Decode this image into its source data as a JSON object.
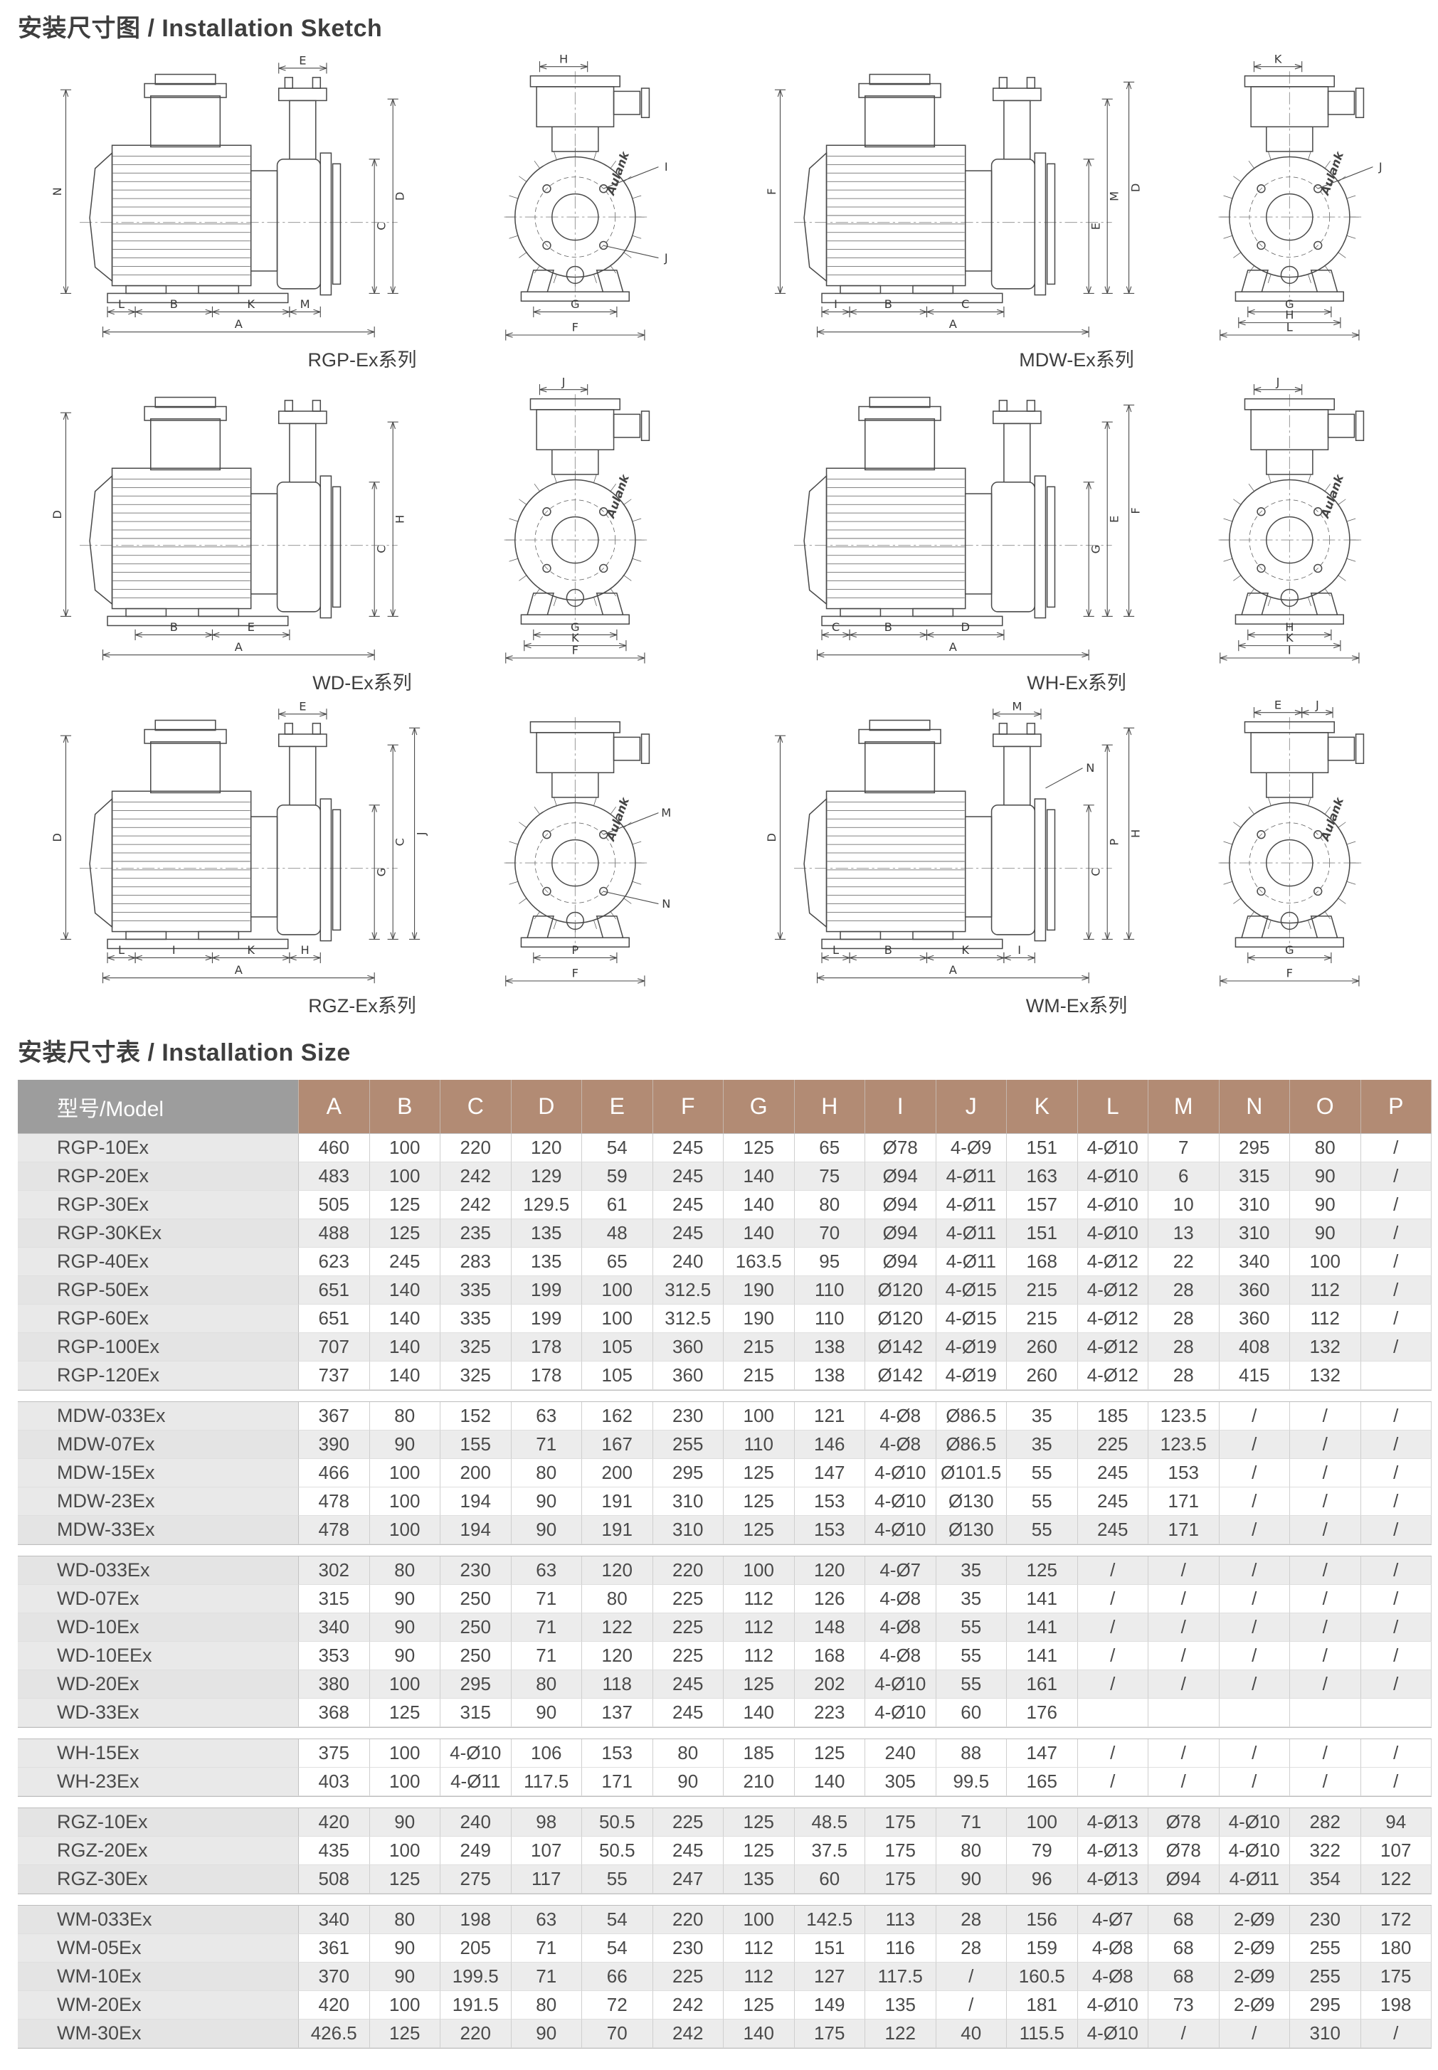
{
  "page": {
    "sketch_title": "安装尺寸图 / Installation Sketch",
    "size_title": "安装尺寸表 / Installation Size",
    "brand": "Aulank"
  },
  "colors": {
    "header_tan": "#b28b74",
    "header_gray": "#9d9d9d",
    "row_shade": "#ececec",
    "model_col": "#e9e9e9",
    "line": "#4a4a4a"
  },
  "sketches": [
    {
      "label": "RGP-Ex系列",
      "side": {
        "left": "N",
        "top": "E",
        "right1": "C",
        "right2": "D",
        "right3": "",
        "botSmall1": "L",
        "botSeg1": "B",
        "botSeg2": "K",
        "botSmall2": "M",
        "botFull": "A",
        "callout": ""
      },
      "end": {
        "top": "H",
        "top2": "",
        "c1": "I",
        "c2": "J",
        "bSeg1": "G",
        "bSeg2": "",
        "bFull": "F",
        "brand": "Aulank"
      }
    },
    {
      "label": "MDW-Ex系列",
      "side": {
        "left": "F",
        "top": "",
        "right1": "E",
        "right2": "M",
        "right3": "D",
        "botSmall1": "I",
        "botSeg1": "B",
        "botSeg2": "C",
        "botSmall2": "",
        "botFull": "A",
        "callout": ""
      },
      "end": {
        "top": "K",
        "top2": "",
        "c1": "J",
        "c2": "",
        "bSeg1": "G",
        "bSeg2": "H",
        "bFull": "L",
        "brand": "Aulank"
      }
    },
    {
      "label": "WD-Ex系列",
      "side": {
        "left": "D",
        "top": "",
        "right1": "C",
        "right2": "H",
        "right3": "",
        "botSmall1": "",
        "botSeg1": "B",
        "botSeg2": "E",
        "botSmall2": "",
        "botFull": "A",
        "callout": ""
      },
      "end": {
        "top": "J",
        "top2": "",
        "c1": "",
        "c2": "",
        "bSeg1": "G",
        "bSeg2": "K",
        "bFull": "F",
        "brand": "Aulank"
      }
    },
    {
      "label": "WH-Ex系列",
      "side": {
        "left": "",
        "top": "",
        "right1": "G",
        "right2": "E",
        "right3": "F",
        "botSmall1": "C",
        "botSeg1": "B",
        "botSeg2": "D",
        "botSmall2": "",
        "botFull": "A",
        "callout": ""
      },
      "end": {
        "top": "J",
        "top2": "",
        "c1": "",
        "c2": "",
        "bSeg1": "H",
        "bSeg2": "K",
        "bFull": "I",
        "brand": "Aulank"
      }
    },
    {
      "label": "RGZ-Ex系列",
      "side": {
        "left": "D",
        "top": "E",
        "right1": "G",
        "right2": "C",
        "right3": "J",
        "botSmall1": "L",
        "botSeg1": "I",
        "botSeg2": "K",
        "botSmall2": "H",
        "botFull": "A",
        "callout": ""
      },
      "end": {
        "top": "",
        "top2": "",
        "c1": "M",
        "c2": "N",
        "bSeg1": "P",
        "bSeg2": "",
        "bFull": "F",
        "brand": "Aulank"
      }
    },
    {
      "label": "WM-Ex系列",
      "side": {
        "left": "D",
        "top": "M",
        "right1": "C",
        "right2": "P",
        "right3": "H",
        "botSmall1": "L",
        "botSeg1": "B",
        "botSeg2": "K",
        "botSmall2": "I",
        "botFull": "A",
        "callout": "N"
      },
      "end": {
        "top": "E",
        "top2": "J",
        "c1": "",
        "c2": "",
        "bSeg1": "G",
        "bSeg2": "",
        "bFull": "F",
        "brand": "Aulank"
      }
    }
  ],
  "table": {
    "model_header": "型号/Model",
    "columns": [
      "A",
      "B",
      "C",
      "D",
      "E",
      "F",
      "G",
      "H",
      "I",
      "J",
      "K",
      "L",
      "M",
      "N",
      "O",
      "P"
    ],
    "groups": [
      {
        "rows": [
          {
            "model": "RGP-10Ex",
            "shade": "w",
            "values": [
              "460",
              "100",
              "220",
              "120",
              "54",
              "245",
              "125",
              "65",
              "Ø78",
              "4-Ø9",
              "151",
              "4-Ø10",
              "7",
              "295",
              "80",
              "/"
            ]
          },
          {
            "model": "RGP-20Ex",
            "shade": "g",
            "values": [
              "483",
              "100",
              "242",
              "129",
              "59",
              "245",
              "140",
              "75",
              "Ø94",
              "4-Ø11",
              "163",
              "4-Ø10",
              "6",
              "315",
              "90",
              "/"
            ]
          },
          {
            "model": "RGP-30Ex",
            "shade": "w",
            "values": [
              "505",
              "125",
              "242",
              "129.5",
              "61",
              "245",
              "140",
              "80",
              "Ø94",
              "4-Ø11",
              "157",
              "4-Ø10",
              "10",
              "310",
              "90",
              "/"
            ]
          },
          {
            "model": "RGP-30KEx",
            "shade": "g",
            "values": [
              "488",
              "125",
              "235",
              "135",
              "48",
              "245",
              "140",
              "70",
              "Ø94",
              "4-Ø11",
              "151",
              "4-Ø10",
              "13",
              "310",
              "90",
              "/"
            ]
          },
          {
            "model": "RGP-40Ex",
            "shade": "w",
            "values": [
              "623",
              "245",
              "283",
              "135",
              "65",
              "240",
              "163.5",
              "95",
              "Ø94",
              "4-Ø11",
              "168",
              "4-Ø12",
              "22",
              "340",
              "100",
              "/"
            ]
          },
          {
            "model": "RGP-50Ex",
            "shade": "g",
            "values": [
              "651",
              "140",
              "335",
              "199",
              "100",
              "312.5",
              "190",
              "110",
              "Ø120",
              "4-Ø15",
              "215",
              "4-Ø12",
              "28",
              "360",
              "112",
              "/"
            ]
          },
          {
            "model": "RGP-60Ex",
            "shade": "w",
            "values": [
              "651",
              "140",
              "335",
              "199",
              "100",
              "312.5",
              "190",
              "110",
              "Ø120",
              "4-Ø15",
              "215",
              "4-Ø12",
              "28",
              "360",
              "112",
              "/"
            ]
          },
          {
            "model": "RGP-100Ex",
            "shade": "g",
            "values": [
              "707",
              "140",
              "325",
              "178",
              "105",
              "360",
              "215",
              "138",
              "Ø142",
              "4-Ø19",
              "260",
              "4-Ø12",
              "28",
              "408",
              "132",
              "/"
            ]
          },
          {
            "model": "RGP-120Ex",
            "shade": "w",
            "values": [
              "737",
              "140",
              "325",
              "178",
              "105",
              "360",
              "215",
              "138",
              "Ø142",
              "4-Ø19",
              "260",
              "4-Ø12",
              "28",
              "415",
              "132",
              ""
            ]
          }
        ]
      },
      {
        "rows": [
          {
            "model": "MDW-033Ex",
            "shade": "w",
            "values": [
              "367",
              "80",
              "152",
              "63",
              "162",
              "230",
              "100",
              "121",
              "4-Ø8",
              "Ø86.5",
              "35",
              "185",
              "123.5",
              "/",
              "/",
              "/"
            ]
          },
          {
            "model": "MDW-07Ex",
            "shade": "g",
            "values": [
              "390",
              "90",
              "155",
              "71",
              "167",
              "255",
              "110",
              "146",
              "4-Ø8",
              "Ø86.5",
              "35",
              "225",
              "123.5",
              "/",
              "/",
              "/"
            ]
          },
          {
            "model": "MDW-15Ex",
            "shade": "w",
            "values": [
              "466",
              "100",
              "200",
              "80",
              "200",
              "295",
              "125",
              "147",
              "4-Ø10",
              "Ø101.5",
              "55",
              "245",
              "153",
              "/",
              "/",
              "/"
            ]
          },
          {
            "model": "MDW-23Ex",
            "shade": "w",
            "values": [
              "478",
              "100",
              "194",
              "90",
              "191",
              "310",
              "125",
              "153",
              "4-Ø10",
              "Ø130",
              "55",
              "245",
              "171",
              "/",
              "/",
              "/"
            ]
          },
          {
            "model": "MDW-33Ex",
            "shade": "g",
            "values": [
              "478",
              "100",
              "194",
              "90",
              "191",
              "310",
              "125",
              "153",
              "4-Ø10",
              "Ø130",
              "55",
              "245",
              "171",
              "/",
              "/",
              "/"
            ]
          }
        ]
      },
      {
        "rows": [
          {
            "model": "WD-033Ex",
            "shade": "g",
            "values": [
              "302",
              "80",
              "230",
              "63",
              "120",
              "220",
              "100",
              "120",
              "4-Ø7",
              "35",
              "125",
              "/",
              "/",
              "/",
              "/",
              "/"
            ]
          },
          {
            "model": "WD-07Ex",
            "shade": "w",
            "values": [
              "315",
              "90",
              "250",
              "71",
              "80",
              "225",
              "112",
              "126",
              "4-Ø8",
              "35",
              "141",
              "/",
              "/",
              "/",
              "/",
              "/"
            ]
          },
          {
            "model": "WD-10Ex",
            "shade": "g",
            "values": [
              "340",
              "90",
              "250",
              "71",
              "122",
              "225",
              "112",
              "148",
              "4-Ø8",
              "55",
              "141",
              "/",
              "/",
              "/",
              "/",
              "/"
            ]
          },
          {
            "model": "WD-10EEx",
            "shade": "w",
            "values": [
              "353",
              "90",
              "250",
              "71",
              "120",
              "225",
              "112",
              "168",
              "4-Ø8",
              "55",
              "141",
              "/",
              "/",
              "/",
              "/",
              "/"
            ]
          },
          {
            "model": "WD-20Ex",
            "shade": "g",
            "values": [
              "380",
              "100",
              "295",
              "80",
              "118",
              "245",
              "125",
              "202",
              "4-Ø10",
              "55",
              "161",
              "/",
              "/",
              "/",
              "/",
              "/"
            ]
          },
          {
            "model": "WD-33Ex",
            "shade": "w",
            "values": [
              "368",
              "125",
              "315",
              "90",
              "137",
              "245",
              "140",
              "223",
              "4-Ø10",
              "60",
              "176",
              "",
              "",
              "",
              "",
              ""
            ]
          }
        ]
      },
      {
        "rows": [
          {
            "model": "WH-15Ex",
            "shade": "w",
            "values": [
              "375",
              "100",
              "4-Ø10",
              "106",
              "153",
              "80",
              "185",
              "125",
              "240",
              "88",
              "147",
              "/",
              "/",
              "/",
              "/",
              "/"
            ]
          },
          {
            "model": "WH-23Ex",
            "shade": "w",
            "values": [
              "403",
              "100",
              "4-Ø11",
              "117.5",
              "171",
              "90",
              "210",
              "140",
              "305",
              "99.5",
              "165",
              "/",
              "/",
              "/",
              "/",
              "/"
            ]
          }
        ]
      },
      {
        "rows": [
          {
            "model": "RGZ-10Ex",
            "shade": "g",
            "values": [
              "420",
              "90",
              "240",
              "98",
              "50.5",
              "225",
              "125",
              "48.5",
              "175",
              "71",
              "100",
              "4-Ø13",
              "Ø78",
              "4-Ø10",
              "282",
              "94"
            ]
          },
          {
            "model": "RGZ-20Ex",
            "shade": "w",
            "values": [
              "435",
              "100",
              "249",
              "107",
              "50.5",
              "245",
              "125",
              "37.5",
              "175",
              "80",
              "79",
              "4-Ø13",
              "Ø78",
              "4-Ø10",
              "322",
              "107"
            ]
          },
          {
            "model": "RGZ-30Ex",
            "shade": "g",
            "values": [
              "508",
              "125",
              "275",
              "117",
              "55",
              "247",
              "135",
              "60",
              "175",
              "90",
              "96",
              "4-Ø13",
              "Ø94",
              "4-Ø11",
              "354",
              "122"
            ]
          }
        ]
      },
      {
        "rows": [
          {
            "model": "WM-033Ex",
            "shade": "g",
            "values": [
              "340",
              "80",
              "198",
              "63",
              "54",
              "220",
              "100",
              "142.5",
              "113",
              "28",
              "156",
              "4-Ø7",
              "68",
              "2-Ø9",
              "230",
              "172"
            ]
          },
          {
            "model": "WM-05Ex",
            "shade": "w",
            "values": [
              "361",
              "90",
              "205",
              "71",
              "54",
              "230",
              "112",
              "151",
              "116",
              "28",
              "159",
              "4-Ø8",
              "68",
              "2-Ø9",
              "255",
              "180"
            ]
          },
          {
            "model": "WM-10Ex",
            "shade": "g",
            "values": [
              "370",
              "90",
              "199.5",
              "71",
              "66",
              "225",
              "112",
              "127",
              "117.5",
              "/",
              "160.5",
              "4-Ø8",
              "68",
              "2-Ø9",
              "255",
              "175"
            ]
          },
          {
            "model": "WM-20Ex",
            "shade": "w",
            "values": [
              "420",
              "100",
              "191.5",
              "80",
              "72",
              "242",
              "125",
              "149",
              "135",
              "/",
              "181",
              "4-Ø10",
              "73",
              "2-Ø9",
              "295",
              "198"
            ]
          },
          {
            "model": "WM-30Ex",
            "shade": "g",
            "values": [
              "426.5",
              "125",
              "220",
              "90",
              "70",
              "242",
              "140",
              "175",
              "122",
              "40",
              "115.5",
              "4-Ø10",
              "/",
              "/",
              "310",
              "/"
            ]
          }
        ]
      }
    ]
  }
}
